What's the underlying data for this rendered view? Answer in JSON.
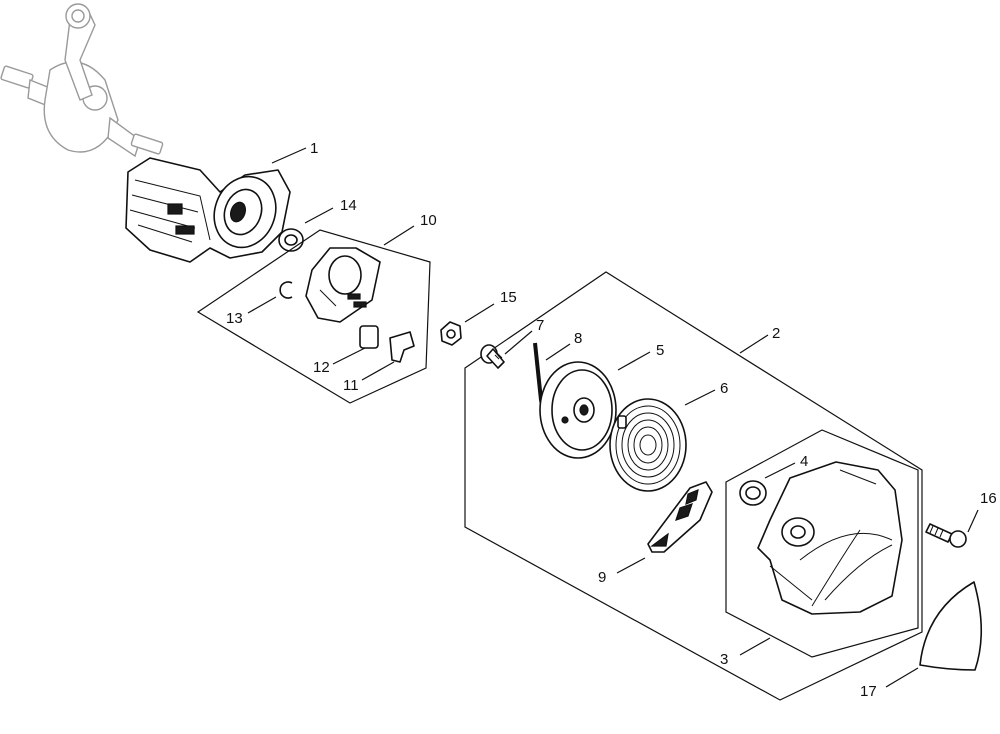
{
  "callouts": [
    {
      "key": "p1",
      "text": "1"
    },
    {
      "key": "p2",
      "text": "2"
    },
    {
      "key": "p3",
      "text": "3"
    },
    {
      "key": "p4",
      "text": "4"
    },
    {
      "key": "p5",
      "text": "5"
    },
    {
      "key": "p6",
      "text": "6"
    },
    {
      "key": "p7",
      "text": "7"
    },
    {
      "key": "p8",
      "text": "8"
    },
    {
      "key": "p9",
      "text": "9"
    },
    {
      "key": "p10",
      "text": "10"
    },
    {
      "key": "p11",
      "text": "11"
    },
    {
      "key": "p12",
      "text": "12"
    },
    {
      "key": "p13",
      "text": "13"
    },
    {
      "key": "p14",
      "text": "14"
    },
    {
      "key": "p15",
      "text": "15"
    },
    {
      "key": "p16",
      "text": "16"
    },
    {
      "key": "p17",
      "text": "17"
    }
  ],
  "colors": {
    "line": "#111111",
    "ghost": "#9a9a9a",
    "background": "#ffffff"
  }
}
